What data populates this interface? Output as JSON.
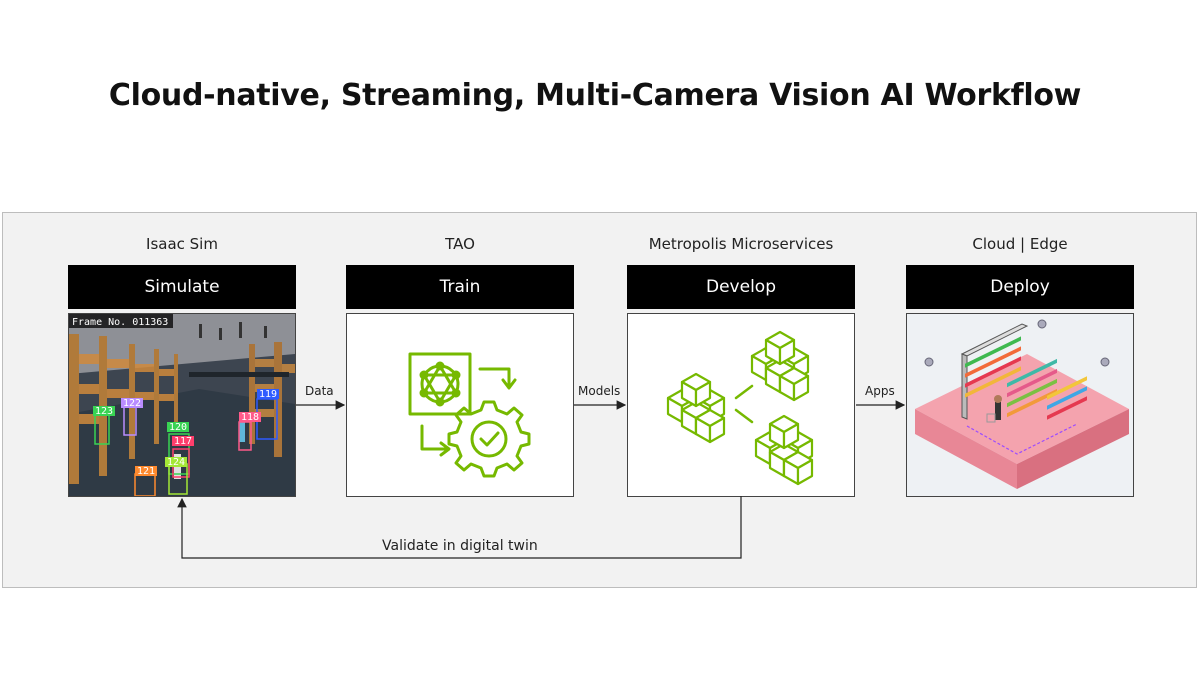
{
  "title": "Cloud-native, Streaming, Multi-Camera Vision AI Workflow",
  "stages": [
    {
      "tool": "Isaac Sim",
      "action": "Simulate"
    },
    {
      "tool": "TAO",
      "action": "Train"
    },
    {
      "tool": "Metropolis Microservices",
      "action": "Develop"
    },
    {
      "tool": "Cloud | Edge",
      "action": "Deploy"
    }
  ],
  "arrows": {
    "data": "Data",
    "models": "Models",
    "apps": "Apps"
  },
  "feedback_loop": "Validate in digital twin",
  "sim_frame": {
    "frame_label": "Frame No. 011363",
    "track_ids": [
      "123",
      "122",
      "120",
      "117",
      "118",
      "119",
      "124",
      "121"
    ]
  },
  "colors": {
    "accent_green": "#76b900",
    "header_bg": "#000000",
    "panel_bg": "#f2f2f2"
  }
}
